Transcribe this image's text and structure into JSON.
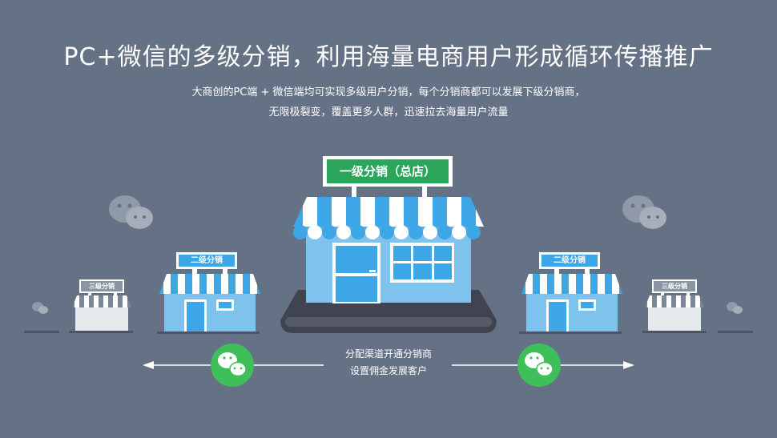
{
  "header": {
    "title": "PC+微信的多级分销，利用海量电商用户形成循环传播推广",
    "subtitle_line1": "大商创的PC端 + 微信端均可实现多级用户分销，每个分销商都可以发展下级分销商，",
    "subtitle_line2": "无限极裂变，覆盖更多人群，迅速拉去海量用户流量"
  },
  "stores": {
    "main_label": "一级分销（总店）",
    "left_level2_label": "二级分销",
    "right_level2_label": "二级分销",
    "left_level3_label": "三级分销",
    "right_level3_label": "三级分销"
  },
  "channel": {
    "line1": "分配渠道开通分销商",
    "line2": "设置佣金发展客户"
  },
  "colors": {
    "background": "#657185",
    "sign_green": "#2aa65a",
    "awning_blue": "#3da6e6",
    "store_body": "#7ec3ee",
    "wechat_green": "#3fbf5a"
  }
}
